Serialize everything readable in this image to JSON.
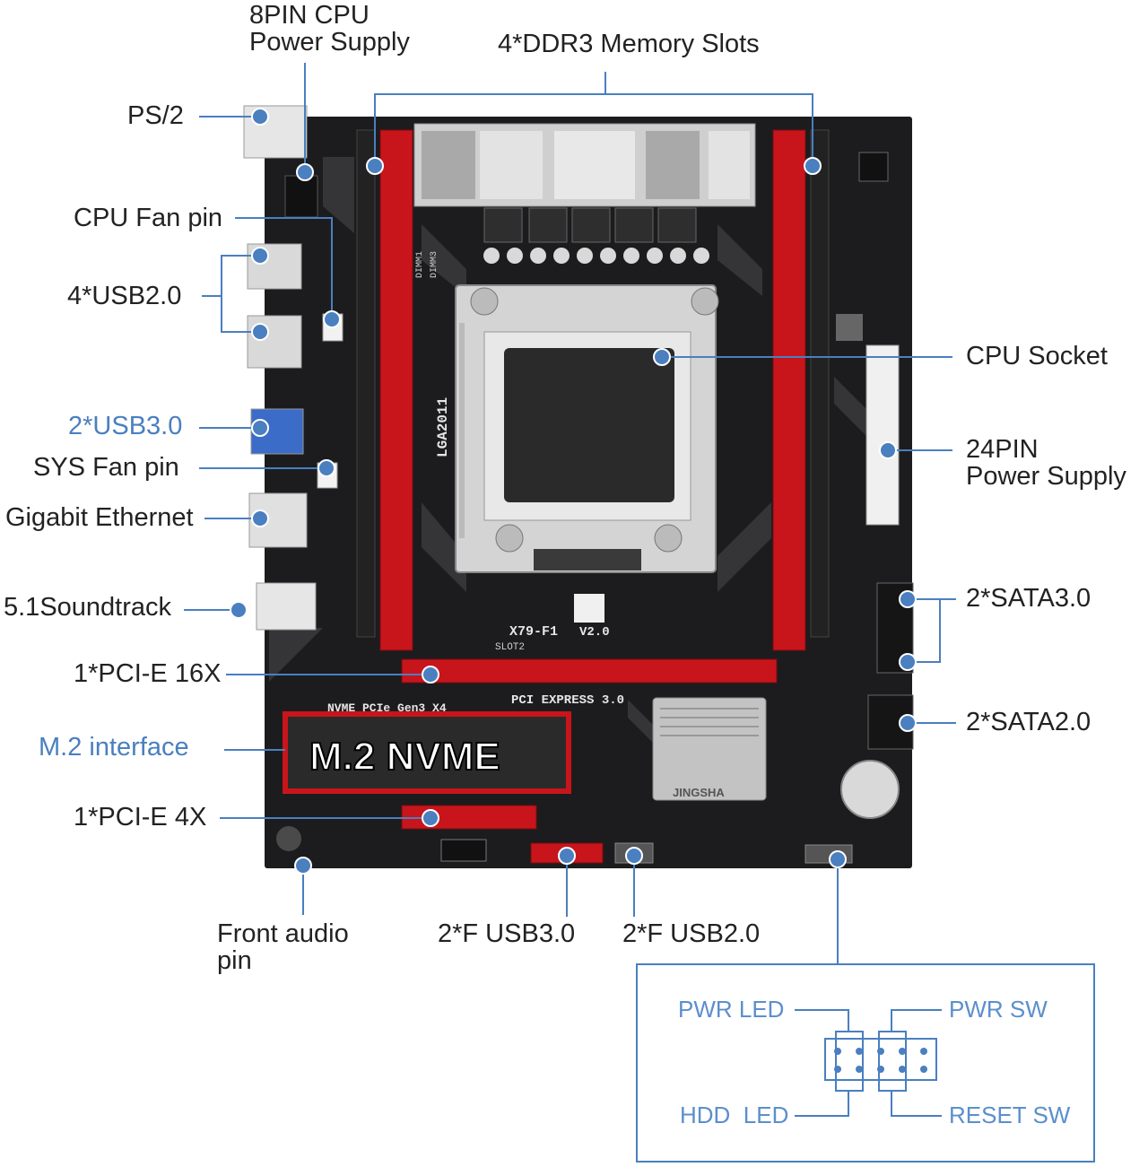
{
  "labels": {
    "cpu_power_line1": "8PIN CPU",
    "cpu_power_line2": "Power Supply",
    "ddr3_slots": "4*DDR3 Memory Slots",
    "ps2": "PS/2",
    "cpu_fan": "CPU Fan pin",
    "usb20": "4*USB2.0",
    "usb30": "2*USB3.0",
    "sys_fan": "SYS Fan pin",
    "ethernet": "Gigabit Ethernet",
    "sound": "5.1Soundtrack",
    "pcie16": "1*PCI-E 16X",
    "m2": "M.2 interface",
    "pcie4": "1*PCI-E 4X",
    "front_audio_line1": "Front audio",
    "front_audio_line2": "pin",
    "f_usb30": "2*F USB3.0",
    "f_usb20": "2*F USB2.0",
    "cpu_socket": "CPU Socket",
    "atx_power_line1": "24PIN",
    "atx_power_line2": "Power Supply",
    "sata30": "2*SATA3.0",
    "sata20": "2*SATA2.0"
  },
  "panel": {
    "pwr_led": "PWR LED",
    "pwr_sw": "PWR SW",
    "hdd_led": "HDD  LED",
    "reset_sw": "RESET SW"
  },
  "board_print": {
    "socket": "LGA2011",
    "model": "X79-F1",
    "version": "V2.0",
    "slot": "SLOT2",
    "pcie_header": "PCI EXPRESS 3.0",
    "nvme_header": "NVME PCIe Gen3 X4",
    "m2_badge": "M.2 NVME",
    "chipset_brand": "JINGSHA",
    "dimm_a": "DIMM1",
    "dimm_b": "DIMM3"
  },
  "colors": {
    "board": "#1c1c1e",
    "slot_red": "#c8151b",
    "slot_dark": "#222222",
    "callout_line": "#4a7fc0",
    "dot": "#4a7fc0",
    "heatsink": "#bfbfbf",
    "socket_frame": "#d4d4d4",
    "socket_core": "#2a2a2a"
  }
}
